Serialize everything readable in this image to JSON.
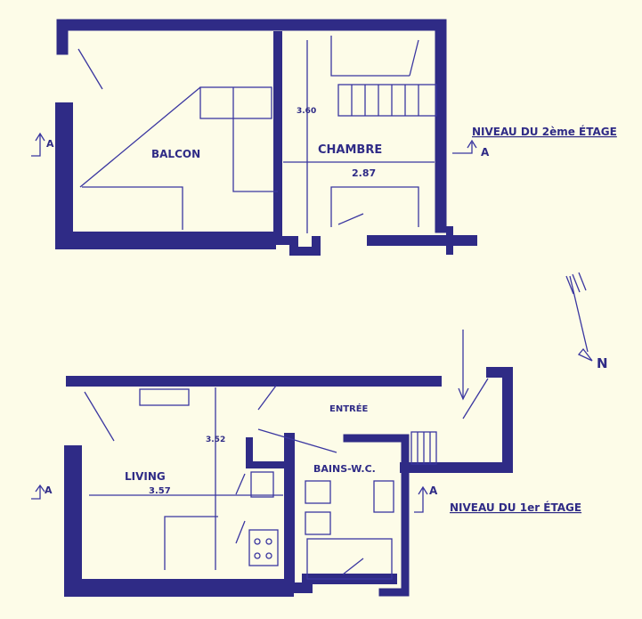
{
  "upper_floor": {
    "level_title": "NIVEAU DU 2ème ÉTAGE",
    "rooms": [
      {
        "name": "BALCON"
      },
      {
        "name": "CHAMBRE",
        "width": "2.87",
        "depth": "3.60"
      }
    ],
    "section_marker": "A"
  },
  "lower_floor": {
    "level_title": "NIVEAU DU 1er ÉTAGE",
    "rooms": [
      {
        "name": "LIVING",
        "width": "3.57",
        "depth": "3.52"
      },
      {
        "name": "BAINS-W.C."
      },
      {
        "name": "ENTRÉE"
      }
    ],
    "section_marker": "A"
  },
  "north_arrow": {
    "label": "N"
  },
  "colors": {
    "ink": "#2f2b86",
    "paper": "#fdfce8"
  }
}
